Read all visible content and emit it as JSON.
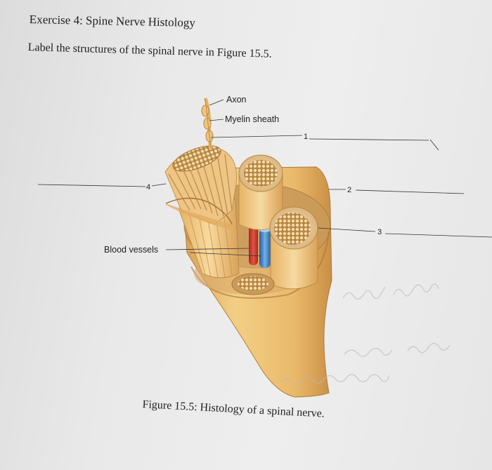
{
  "exercise_title": "Exercise 4: Spine Nerve Histology",
  "instruction": "Label the structures of the spinal nerve in Figure 15.5.",
  "labels": {
    "axon": "Axon",
    "myelin_sheath": "Myelin sheath",
    "blood_vessels": "Blood vessels",
    "n1": "1",
    "n2": "2",
    "n3": "3",
    "n4": "4"
  },
  "caption": "Figure 15.5: Histology of a spinal nerve.",
  "colors": {
    "page": "#e9e9e9",
    "nerve_tan": "#e8b968",
    "nerve_dark": "#c89448",
    "artery": "#d8493b",
    "vein": "#4a8fd0"
  }
}
